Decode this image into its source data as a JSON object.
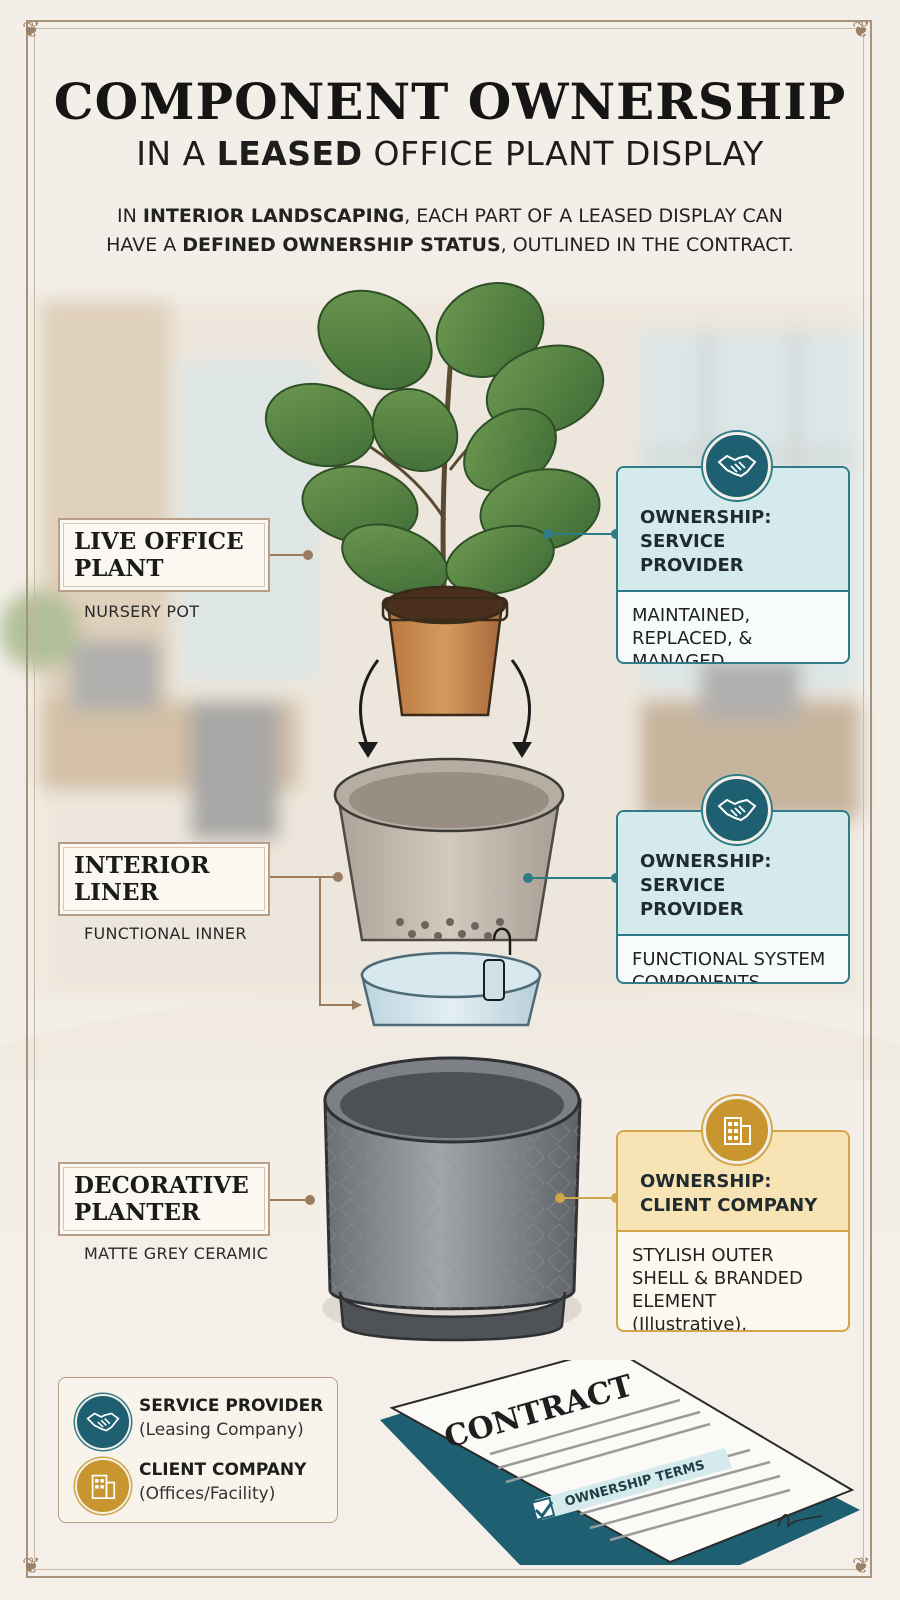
{
  "header": {
    "title": "COMPONENT OWNERSHIP",
    "subtitle_prefix": "IN A",
    "subtitle_bold": "LEASED",
    "subtitle_suffix": "OFFICE PLANT DISPLAY",
    "intro_1": "IN",
    "intro_b1": "INTERIOR LANDSCAPING",
    "intro_2": ", EACH PART OF A LEASED DISPLAY CAN HAVE A",
    "intro_b2": "DEFINED OWNERSHIP STATUS",
    "intro_3": ", OUTLINED IN THE CONTRACT."
  },
  "components": {
    "plant": {
      "label": "LIVE OFFICE PLANT",
      "sub": "NURSERY POT",
      "owner_title": "OWNERSHIP: SERVICE PROVIDER",
      "owner_body": "MAINTAINED, REPLACED, & MANAGED.",
      "owner_icon": "handshake-icon",
      "color": "#2f7b87"
    },
    "liner": {
      "label": "INTERIOR LINER",
      "sub": "FUNCTIONAL INNER",
      "owner_title": "OWNERSHIP: SERVICE PROVIDER",
      "owner_body": "FUNCTIONAL SYSTEM COMPONENTS.",
      "owner_icon": "handshake-icon",
      "color": "#2f7b87"
    },
    "planter": {
      "label": "DECORATIVE PLANTER",
      "sub": "MATTE GREY CERAMIC",
      "owner_title": "OWNERSHIP: CLIENT COMPANY",
      "owner_body": "STYLISH OUTER SHELL & BRANDED ELEMENT (Illustrative).",
      "owner_icon": "building-icon",
      "color": "#d1a648"
    }
  },
  "legend": {
    "provider_title": "SERVICE PROVIDER",
    "provider_sub": "(Leasing Company)",
    "client_title": "CLIENT COMPANY",
    "client_sub": "(Offices/Facility)"
  },
  "contract": {
    "title": "CONTRACT",
    "terms": "OWNERSHIP TERMS"
  }
}
